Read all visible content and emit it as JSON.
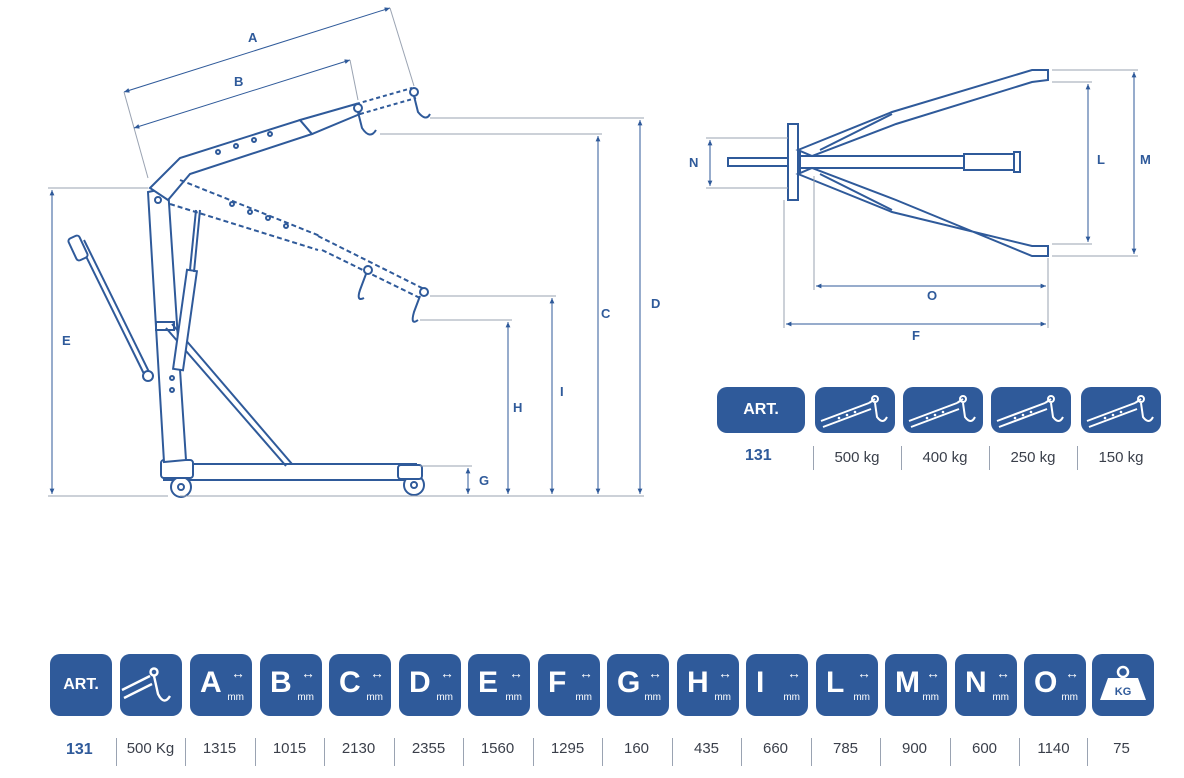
{
  "colors": {
    "primary": "#2f5a9a",
    "text": "#3a3f4a",
    "line": "#9aa3b2"
  },
  "side_view": {
    "dimension_labels": {
      "A": "A",
      "B": "B",
      "C": "C",
      "D": "D",
      "E": "E",
      "G": "G",
      "H": "H",
      "I": "I"
    }
  },
  "top_view": {
    "dimension_labels": {
      "N": "N",
      "L": "L",
      "M": "M",
      "O": "O",
      "F": "F"
    }
  },
  "capacity_table": {
    "art_header": "ART.",
    "art_number": "131",
    "icons": [
      "boom-position-1-icon",
      "boom-position-2-icon",
      "boom-position-3-icon",
      "boom-position-4-icon"
    ],
    "values": [
      "500 kg",
      "400 kg",
      "250 kg",
      "150 kg"
    ]
  },
  "spec_table": {
    "art_header": "ART.",
    "unit": "mm",
    "headers": [
      {
        "letter": "A"
      },
      {
        "letter": "B"
      },
      {
        "letter": "C"
      },
      {
        "letter": "D"
      },
      {
        "letter": "E"
      },
      {
        "letter": "F"
      },
      {
        "letter": "G"
      },
      {
        "letter": "H"
      },
      {
        "letter": "I"
      },
      {
        "letter": "L"
      },
      {
        "letter": "M"
      },
      {
        "letter": "N"
      },
      {
        "letter": "O"
      }
    ],
    "weight_icon_label": "KG",
    "row": {
      "art": "131",
      "capacity": "500 Kg",
      "values": [
        "1315",
        "1015",
        "2130",
        "2355",
        "1560",
        "1295",
        "160",
        "435",
        "660",
        "785",
        "900",
        "600",
        "1140"
      ],
      "weight": "75"
    }
  }
}
